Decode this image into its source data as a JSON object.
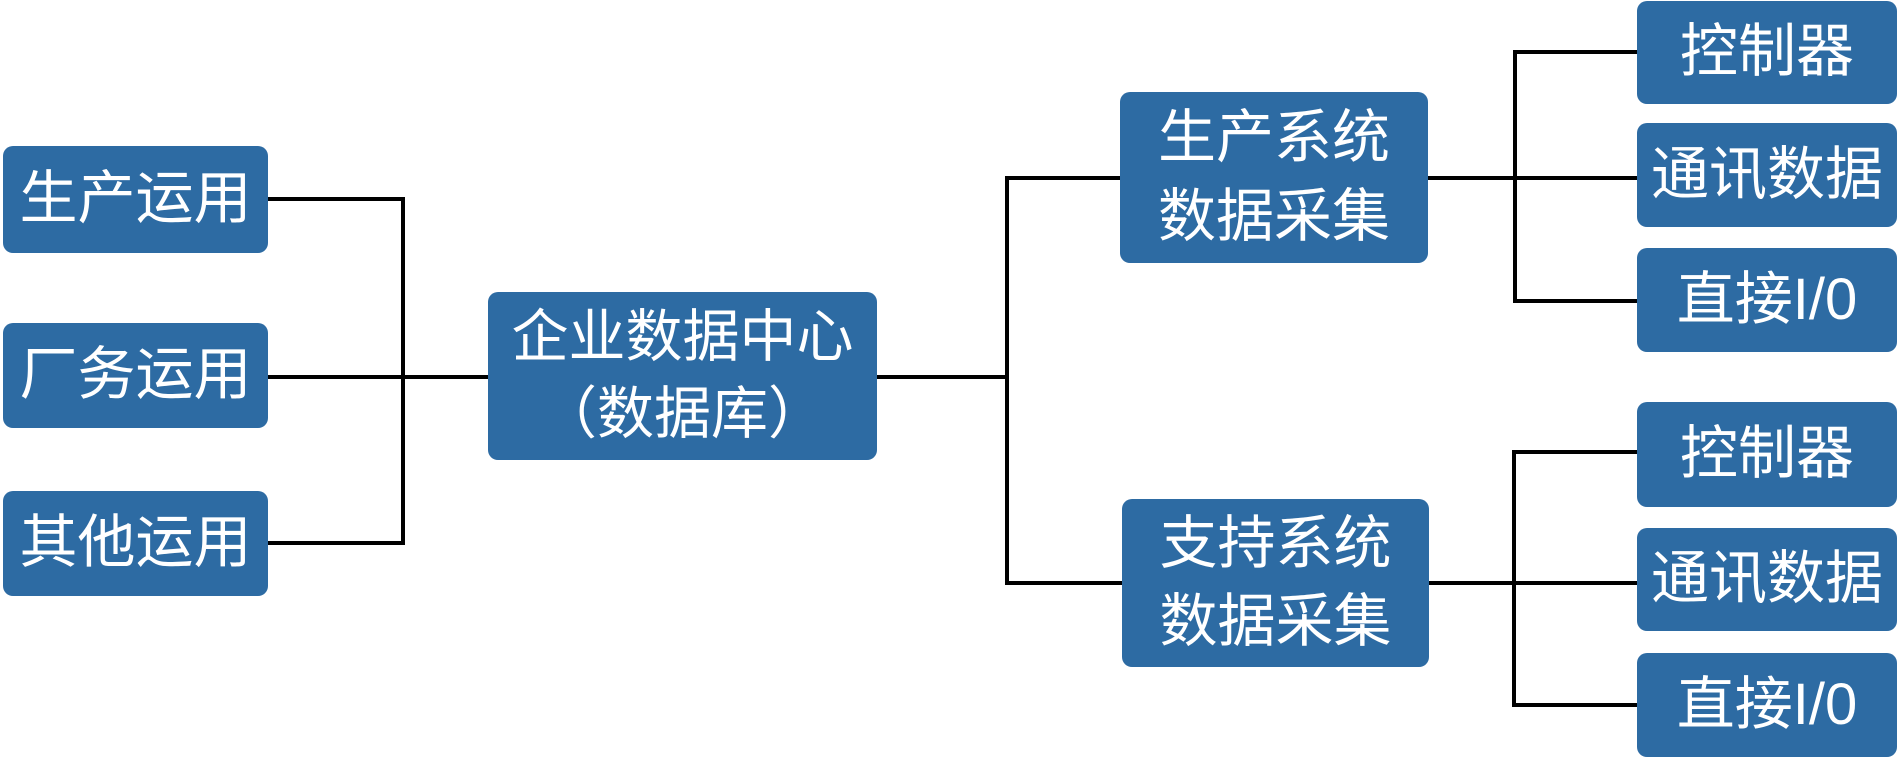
{
  "diagram": {
    "type": "tree-diagram",
    "description": "Enterprise data center architecture tree"
  },
  "colors": {
    "node_fill": "#2d6ba3",
    "node_text": "#ffffff",
    "connector": "#000000",
    "background": "#ffffff"
  },
  "nodes": {
    "left": [
      {
        "label": "生产运用"
      },
      {
        "label": "厂务运用"
      },
      {
        "label": "其他运用"
      }
    ],
    "center": {
      "lines": [
        "企业数据中心",
        "（数据库）"
      ]
    },
    "branches": [
      {
        "lines": [
          "生产系统",
          "数据采集"
        ]
      },
      {
        "lines": [
          "支持系统",
          "数据采集"
        ]
      }
    ],
    "leaves_top": [
      {
        "label": "控制器"
      },
      {
        "label": "通讯数据"
      },
      {
        "label": "直接I/0"
      }
    ],
    "leaves_bottom": [
      {
        "label": "控制器"
      },
      {
        "label": "通讯数据"
      },
      {
        "label": "直接I/0"
      }
    ]
  }
}
